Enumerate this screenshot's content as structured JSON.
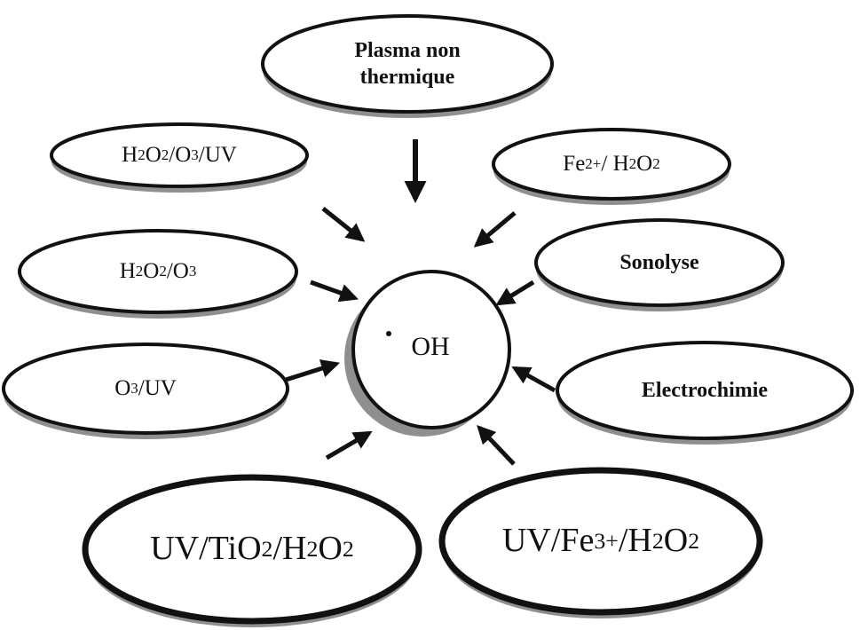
{
  "diagram": {
    "center": {
      "label": "OH",
      "radical_dot": "•"
    },
    "sources": [
      {
        "id": "plasma",
        "lines": [
          "Plasma non",
          "thermique"
        ]
      },
      {
        "id": "h2o2-o3-uv",
        "parts": [
          [
            "H",
            ""
          ],
          [
            "2",
            "sub"
          ],
          [
            "O",
            ""
          ],
          [
            "2",
            "sub"
          ],
          [
            "/O",
            ""
          ],
          [
            "3",
            "sub"
          ],
          [
            "/UV",
            ""
          ]
        ]
      },
      {
        "id": "fe2-h2o2",
        "parts": [
          [
            "Fe",
            ""
          ],
          [
            "2+",
            "sup"
          ],
          [
            " / H",
            ""
          ],
          [
            "2",
            "sub"
          ],
          [
            "O",
            ""
          ],
          [
            "2",
            "sub"
          ]
        ]
      },
      {
        "id": "h2o2-o3",
        "parts": [
          [
            "H",
            ""
          ],
          [
            "2",
            "sub"
          ],
          [
            "O",
            ""
          ],
          [
            "2",
            "sub"
          ],
          [
            "/O",
            ""
          ],
          [
            "3",
            "sub"
          ]
        ]
      },
      {
        "id": "sonolyse",
        "text": "Sonolyse"
      },
      {
        "id": "o3-uv",
        "parts": [
          [
            "O",
            ""
          ],
          [
            "3",
            "sub"
          ],
          [
            "/UV",
            ""
          ]
        ]
      },
      {
        "id": "electrochimie",
        "text": "Electrochimie"
      },
      {
        "id": "uv-tio2-h2o2",
        "parts": [
          [
            "UV/TiO",
            ""
          ],
          [
            "2",
            "sub"
          ],
          [
            "/H",
            ""
          ],
          [
            "2",
            "sub"
          ],
          [
            "O",
            ""
          ],
          [
            "2",
            "sub"
          ]
        ]
      },
      {
        "id": "uv-fe3-h2o2",
        "parts": [
          [
            "UV/Fe",
            ""
          ],
          [
            "3+",
            "sup"
          ],
          [
            "/H",
            ""
          ],
          [
            "2",
            "sub"
          ],
          [
            "O",
            ""
          ],
          [
            "2",
            "sub"
          ]
        ]
      }
    ]
  }
}
